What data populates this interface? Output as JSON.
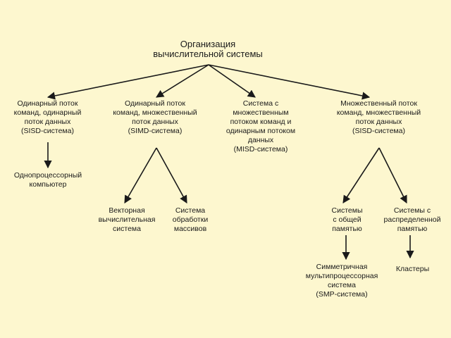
{
  "diagram": {
    "root": {
      "lines": [
        "Организация",
        "вычислительной системы"
      ]
    },
    "sisd": {
      "lines": [
        "Одинарный поток",
        "команд, одинарный",
        "поток данных",
        "(SISD-система)"
      ]
    },
    "simd": {
      "lines": [
        "Одинарный поток",
        "команд, множественный",
        "поток данных",
        "(SIMD-система)"
      ]
    },
    "misd": {
      "lines": [
        "Система с",
        "множественным",
        "потоком команд и",
        "одинарным потоком",
        "данных",
        "(MISD-система)"
      ]
    },
    "mimd": {
      "lines": [
        "Множественный поток",
        "команд, множественный",
        "поток данных",
        "(SISD-система)"
      ]
    },
    "uniprocessor": {
      "lines": [
        "Однопроцессорный",
        "компьютер"
      ]
    },
    "vector": {
      "lines": [
        "Векторная",
        "вычислительная",
        "система"
      ]
    },
    "array": {
      "lines": [
        "Система",
        "обработки",
        "массивов"
      ]
    },
    "shared_memory": {
      "lines": [
        "Системы",
        "с общей",
        "памятью"
      ]
    },
    "distributed_memory": {
      "lines": [
        "Системы с",
        "распределенной",
        "памятью"
      ]
    },
    "smp": {
      "lines": [
        "Симметричная",
        "мультипроцессорная",
        "система",
        "(SMP-система)"
      ]
    },
    "clusters": {
      "lines": [
        "Кластеры"
      ]
    }
  },
  "colors": {
    "background": "#fdf7cf",
    "ink": "#1a1a1a"
  }
}
